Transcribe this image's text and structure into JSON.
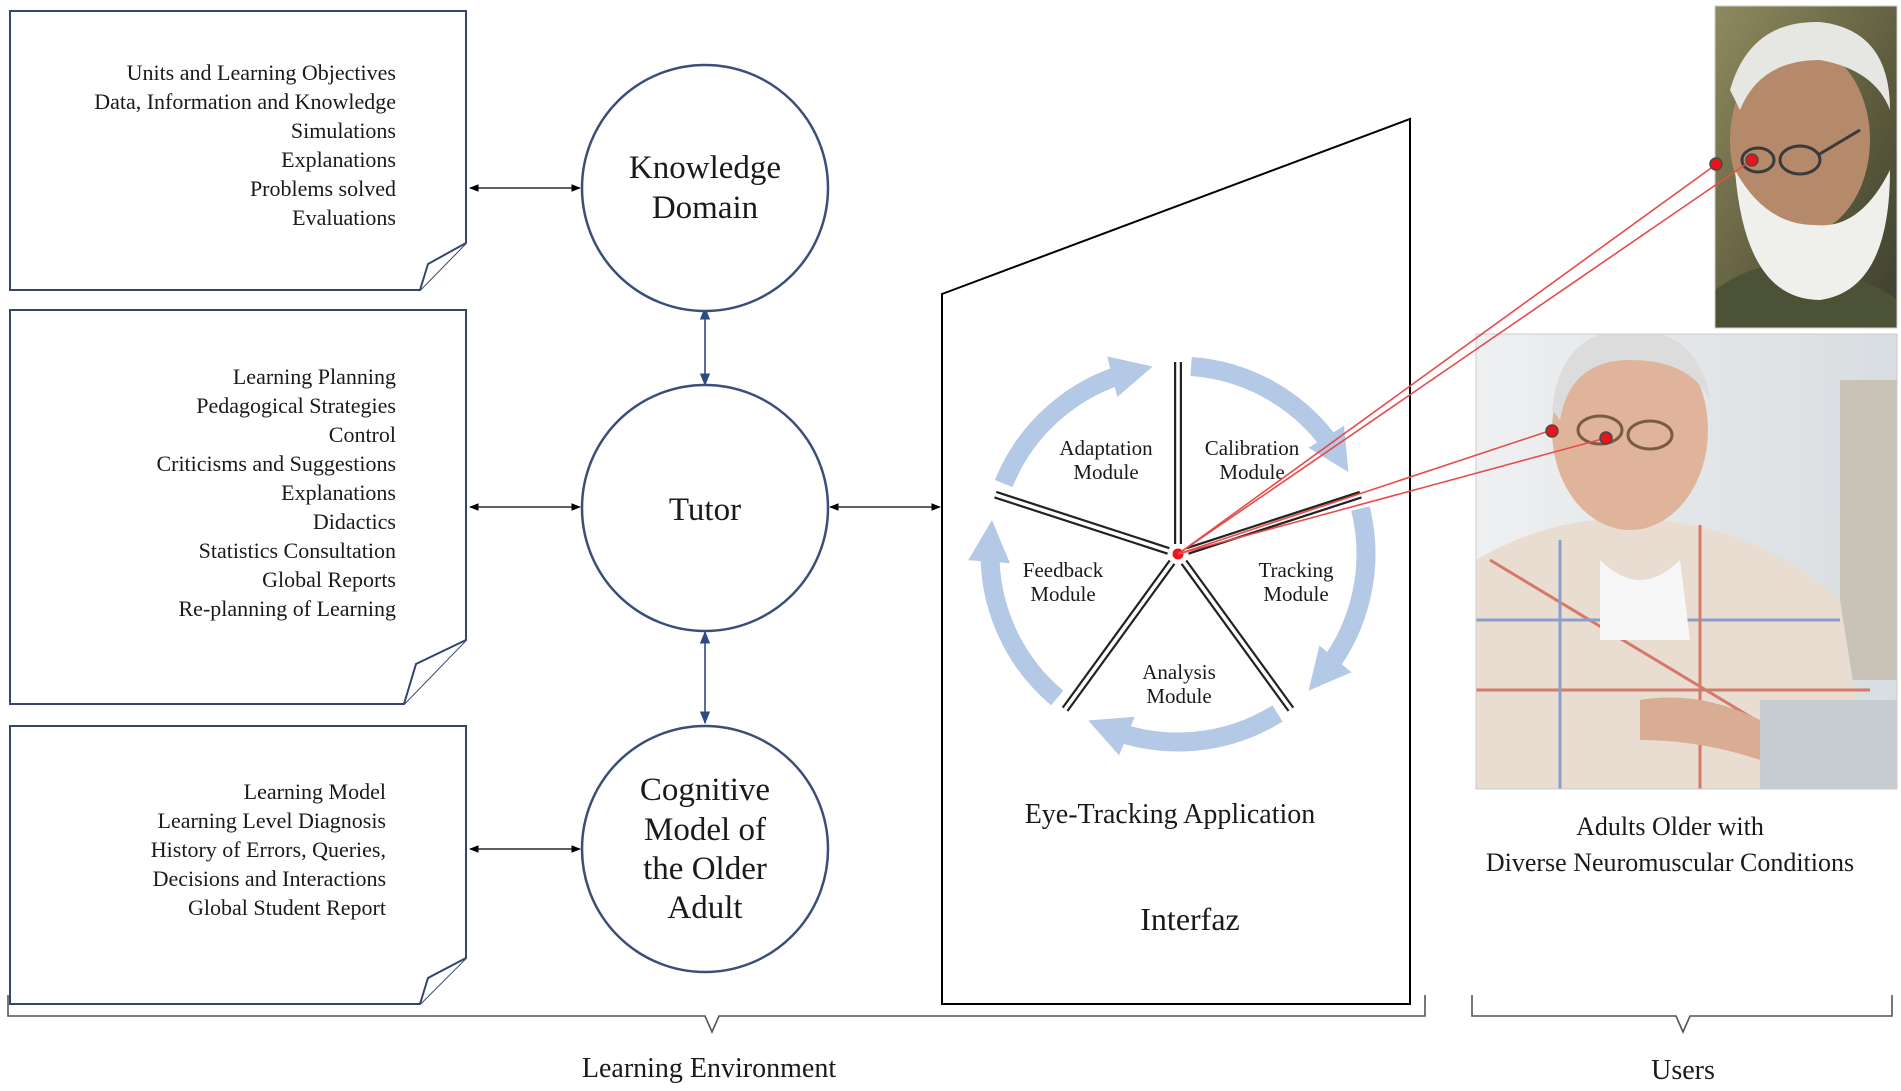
{
  "notes": {
    "knowledge": [
      "Units and Learning Objectives",
      "Data, Information and Knowledge",
      "Simulations",
      "Explanations",
      "Problems solved",
      "Evaluations"
    ],
    "tutor": [
      "Learning Planning",
      "Pedagogical Strategies",
      "Control",
      "Criticisms and Suggestions",
      "Explanations",
      "Didactics",
      "Statistics Consultation",
      "Global Reports",
      "Re-planning of Learning"
    ],
    "cognitive": [
      "Learning Model",
      "Learning Level Diagnosis",
      "History of Errors, Queries,",
      "Decisions and Interactions",
      "Global Student Report"
    ]
  },
  "nodes": {
    "knowledge_domain": [
      "Knowledge",
      "Domain"
    ],
    "tutor": [
      "Tutor"
    ],
    "cognitive_model": [
      "Cognitive",
      "Model of",
      "the Older",
      "Adult"
    ]
  },
  "modules": {
    "adaptation": [
      "Adaptation",
      "Module"
    ],
    "calibration": [
      "Calibration",
      "Module"
    ],
    "tracking": [
      "Tracking",
      "Module"
    ],
    "analysis": [
      "Analysis",
      "Module"
    ],
    "feedback": [
      "Feedback",
      "Module"
    ]
  },
  "interface": {
    "app_title": "Eye-Tracking Application",
    "title": "Interfaz"
  },
  "users": {
    "label_lines": [
      "Adults Older with",
      "Diverse Neuromuscular Conditions"
    ]
  },
  "groups": {
    "learning_environment": "Learning Environment",
    "users": "Users"
  },
  "colors": {
    "ring": "#b3c9e6",
    "gaze_point": "#e8141e",
    "node_border": "#3b4e7a"
  }
}
